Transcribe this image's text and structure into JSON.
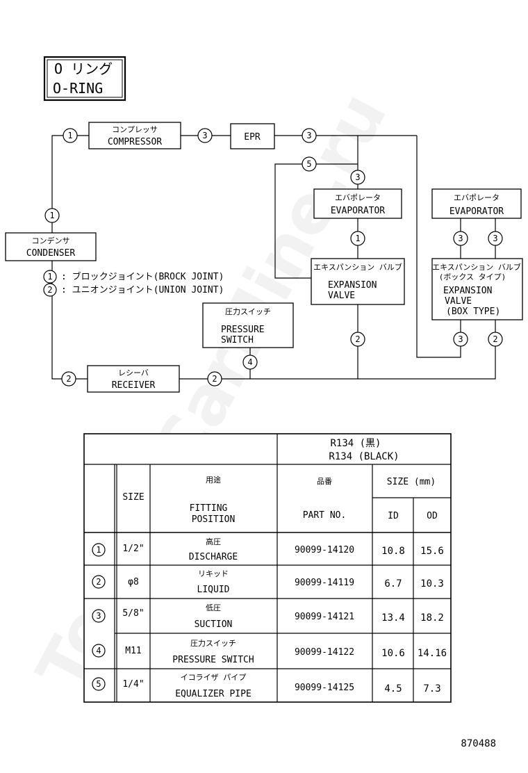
{
  "title": {
    "jp": "O リング",
    "en": "O-RING"
  },
  "components": {
    "compressor": {
      "jp": "コンプレッサ",
      "en": "COMPRESSOR"
    },
    "epr": {
      "en": "EPR"
    },
    "condenser": {
      "jp": "コンデンサ",
      "en": "CONDENSER"
    },
    "evaporator_left": {
      "jp": "エバポレータ",
      "en": "EVAPORATOR"
    },
    "evaporator_right": {
      "jp": "エバポレータ",
      "en": "EVAPORATOR"
    },
    "expansion_valve_left": {
      "jp": "エキスパンション バルブ",
      "en1": "EXPANSION",
      "en2": "VALVE"
    },
    "expansion_valve_right": {
      "jp1": "エキスパンション バルブ",
      "jp2": "(ボックス タイプ)",
      "en1": "EXPANSION",
      "en2": "VALVE",
      "en3": "(BOX TYPE)"
    },
    "pressure_switch": {
      "jp": "圧力スイッチ",
      "en1": "PRESSURE",
      "en2": "SWITCH"
    },
    "receiver": {
      "jp": "レシーバ",
      "en": "RECEIVER"
    }
  },
  "legend": [
    {
      "num": "1",
      "text": ": ブロックジョイント(BROCK JOINT)"
    },
    {
      "num": "2",
      "text": ": ユニオンジョイント(UNION JOINT)"
    }
  ],
  "markers": {
    "cond_comp_top": "1",
    "cond_comp_mid": "1",
    "comp_epr": "3",
    "epr_right": "3",
    "equalizer": "5",
    "evap_in": "3",
    "evap_valve": "1",
    "valve_down": "2",
    "receiver_left": "2",
    "receiver_right": "2",
    "switch": "4",
    "box_evap_l": "3",
    "box_evap_r": "3",
    "box_out_l": "3",
    "box_out_r": "2"
  },
  "table": {
    "refrigerant_line1": "R134 (黒)",
    "refrigerant_line2": "R134 (BLACK)",
    "header": {
      "size": "SIZE",
      "use_jp": "用途",
      "use_en1": "FITTING",
      "use_en2": "POSITION",
      "part_jp": "品番",
      "part_en": "PART NO.",
      "size_mm": "SIZE (mm)",
      "id": "ID",
      "od": "OD"
    },
    "rows": [
      {
        "num": "1",
        "size": "1/2\"",
        "jp": "高圧",
        "en": "DISCHARGE",
        "part": "90099-14120",
        "id": "10.8",
        "od": "15.6"
      },
      {
        "num": "2",
        "size": "φ8",
        "jp": "リキッド",
        "en": "LIQUID",
        "part": "90099-14119",
        "id": "6.7",
        "od": "10.3"
      },
      {
        "num": "3",
        "size": "5/8\"",
        "jp": "低圧",
        "en": "SUCTION",
        "part": "90099-14121",
        "id": "13.4",
        "od": "18.2"
      },
      {
        "num": "4",
        "size": "M11",
        "jp": "圧力スイッチ",
        "en": "PRESSURE SWITCH",
        "part": "90099-14122",
        "id": "10.6",
        "od": "14.16"
      },
      {
        "num": "5",
        "size": "1/4\"",
        "jp": "イコライザ パイプ",
        "en": "EQUALIZER PIPE",
        "part": "90099-14125",
        "id": "4.5",
        "od": "7.3"
      }
    ]
  },
  "diagram_number": "870488",
  "watermark": "ToyotaCarMine.ru"
}
